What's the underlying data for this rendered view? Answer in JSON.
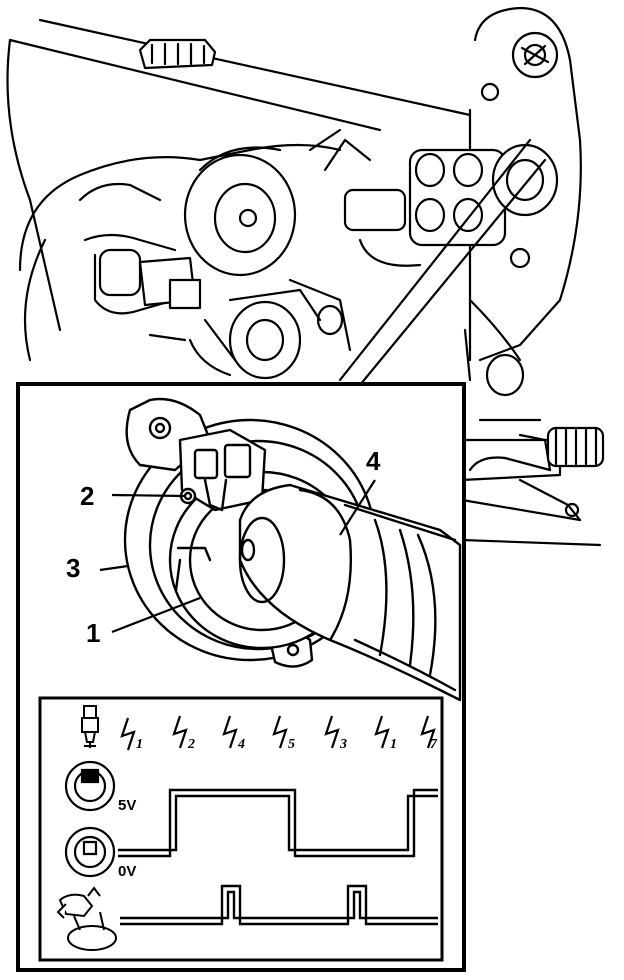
{
  "callouts": {
    "c1": "1",
    "c2": "2",
    "c3": "3",
    "c4": "4"
  },
  "timing_chart": {
    "firing_order": [
      "1",
      "2",
      "4",
      "5",
      "3",
      "1",
      "7"
    ],
    "hall_high_label": "5V",
    "hall_low_label": "0V",
    "icons": [
      "spark-plug-icon",
      "hall-sensor-high-icon",
      "hall-sensor-low-icon",
      "camshaft-sensor-icon"
    ]
  },
  "colors": {
    "ink": "#000000",
    "paper": "#ffffff"
  }
}
